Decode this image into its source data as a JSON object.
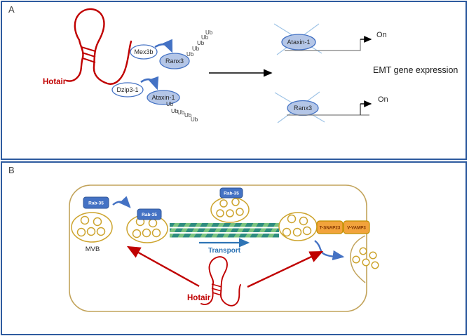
{
  "panel_a": {
    "label": "A",
    "hotair": "Hotair",
    "rna_binding_proteins": {
      "mex3b": "Mex3b",
      "dzip3": "Dzip3-1"
    },
    "ubiquitinated_proteins": {
      "ranx3": "Ranx3",
      "ataxin": "Ataxin-1"
    },
    "ub": "Ub",
    "ub_count_top": 5,
    "ub_count_bottom": 5,
    "gene_top": {
      "protein": "Ataxin-1",
      "state": "On"
    },
    "gene_bottom": {
      "protein": "Ranx3",
      "state": "On"
    },
    "result": "EMT gene expression"
  },
  "panel_b": {
    "label": "B",
    "rab": "Rab-35",
    "mvb": "MVB",
    "transport": "Transport",
    "t_snare": "T-SNAP23",
    "v_snare": "V-VAMP3",
    "hotair": "Hotair"
  },
  "colors": {
    "panel_border": "#2E5B9F",
    "hotair_red": "#C00000",
    "arrow_blue": "#4472C4",
    "protein_fill": "#B4C6E7",
    "cross_blue": "#9DC3E6",
    "membrane_gold": "#C2A35A",
    "vesicle_gold": "#CDA42E",
    "snare_orange": "#F2A33C",
    "microtubule_teal": "#2E8C80",
    "microtubule_green": "#7CC47F",
    "transport_blue": "#2E74B5"
  }
}
